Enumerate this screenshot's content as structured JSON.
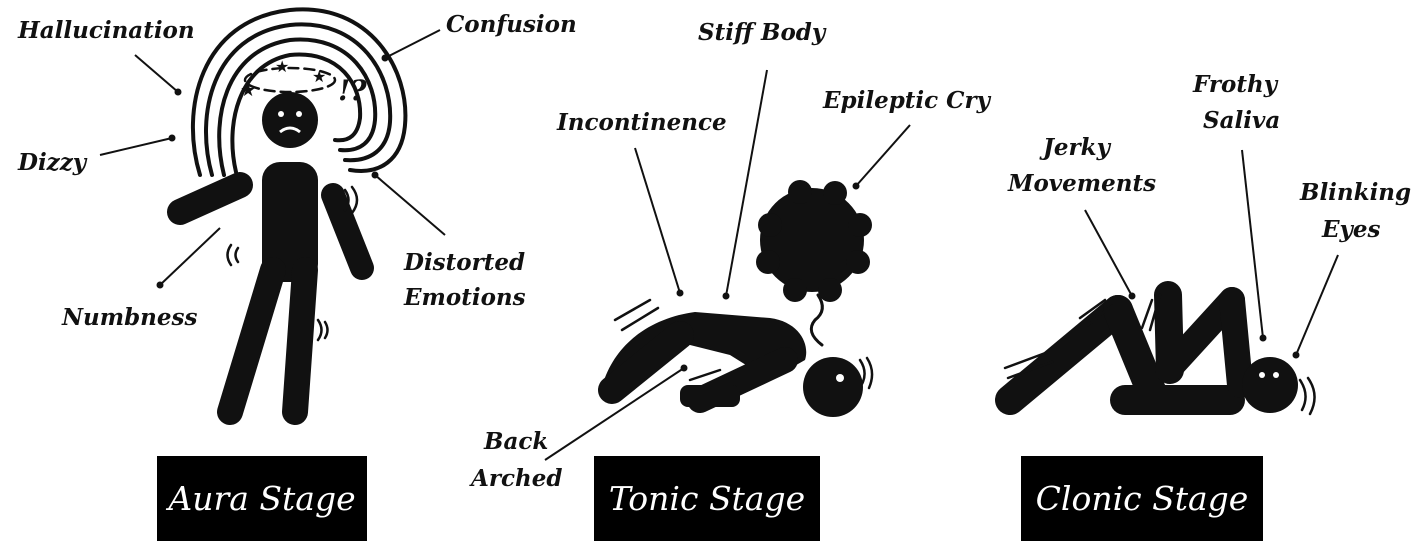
{
  "stages": {
    "aura": {
      "name": "Aura Stage",
      "labels": {
        "hallucination": "Hallucination",
        "confusion": "Confusion",
        "dizzy": "Dizzy",
        "numbness": "Numbness",
        "distorted_1": "Distorted",
        "distorted_2": "Emotions"
      },
      "symbol": "!?"
    },
    "tonic": {
      "name": "Tonic Stage",
      "labels": {
        "stiff_body": "Stiff Body",
        "incontinence": "Incontinence",
        "epileptic_cry": "Epileptic Cry",
        "back_1": "Back",
        "back_2": "Arched"
      }
    },
    "clonic": {
      "name": "Clonic Stage",
      "labels": {
        "jerky_1": "Jerky",
        "jerky_2": "Movements",
        "frothy_1": "Frothy",
        "frothy_2": "Saliva",
        "blinking_1": "Blinking",
        "blinking_2": "Eyes"
      }
    }
  },
  "colors": {
    "ink": "#111111",
    "background": "#ffffff",
    "box_text": "#ffffff"
  }
}
